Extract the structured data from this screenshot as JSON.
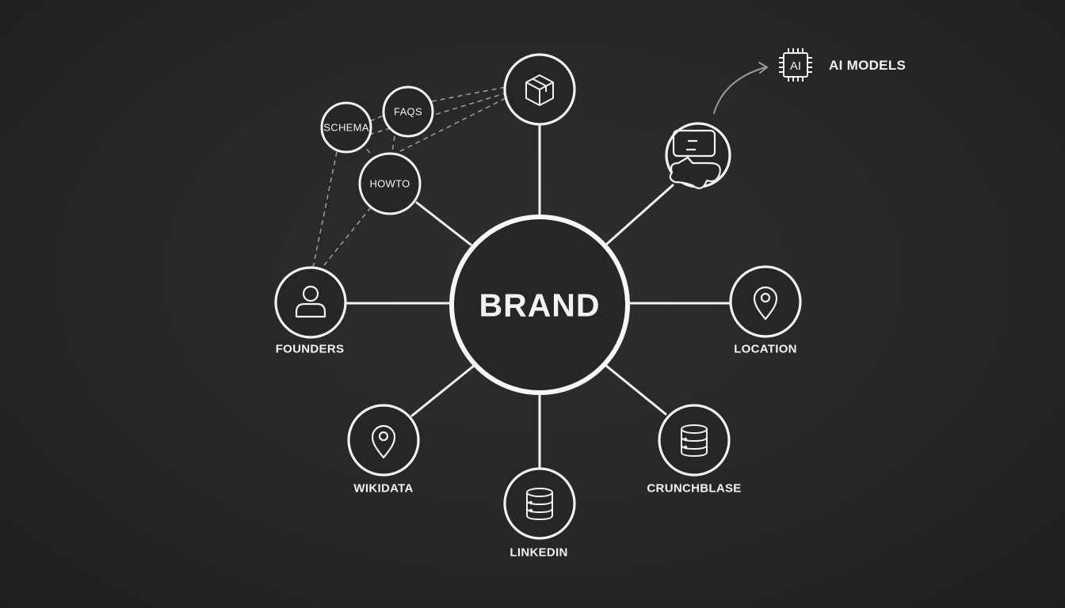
{
  "center": {
    "label": "BRAND"
  },
  "nodes": {
    "founders": {
      "label": "FOUNDERS",
      "icon": "person-icon"
    },
    "location": {
      "label": "LOCATION",
      "icon": "map-pin-icon"
    },
    "wikidata": {
      "label": "WIKIDATA",
      "icon": "map-pin-icon"
    },
    "linkedin": {
      "label": "LINKEDIN",
      "icon": "database-icon"
    },
    "crunchbase": {
      "label": "CRUNCHBLASE",
      "icon": "database-icon"
    },
    "product": {
      "icon": "package-box-icon"
    },
    "chat": {
      "icon": "chat-bubble-icon"
    }
  },
  "schema_nodes": {
    "schema": {
      "label": "SCHEMA"
    },
    "faqs": {
      "label": "FAQS"
    },
    "howto": {
      "label": "HOWTO"
    }
  },
  "ai_models": {
    "label": "AI MODELS",
    "chip_text": "AI",
    "icon": "ai-chip-icon"
  },
  "colors": {
    "background": "#262626",
    "stroke": "#f2f2f2",
    "dashed": "#9a9a9a"
  }
}
